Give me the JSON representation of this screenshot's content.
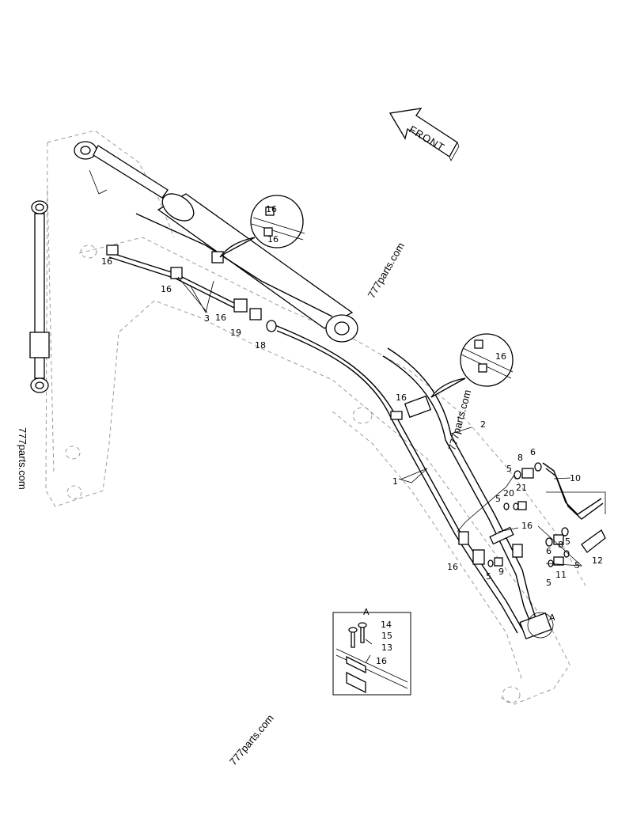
{
  "arrow_label": "FRONT",
  "watermarks": [
    "777parts.com",
    "777parts.com",
    "777parts.com",
    "777parts.com"
  ],
  "part_labels": {
    "p1": "1",
    "p2": "2",
    "p3": "3",
    "p5a": "5",
    "p5b": "5",
    "p5c": "5",
    "p5d": "5",
    "p5e": "5",
    "p5f": "5",
    "p6a": "6",
    "p6b": "6",
    "p8a": "8",
    "p8b": "8",
    "p9": "9",
    "p10": "10",
    "p11": "11",
    "p12": "12",
    "p13": "13",
    "p14": "14",
    "p15": "15",
    "p16a": "16",
    "p16b": "16",
    "p16c": "16",
    "p16d": "16",
    "p16e": "16",
    "p16f": "16",
    "p16g": "16",
    "p16h": "16",
    "p16i": "16",
    "p16j": "16",
    "p18": "18",
    "p19": "19",
    "p20": "20",
    "p21": "21"
  },
  "detail_marker": "A",
  "inset_title": "A"
}
